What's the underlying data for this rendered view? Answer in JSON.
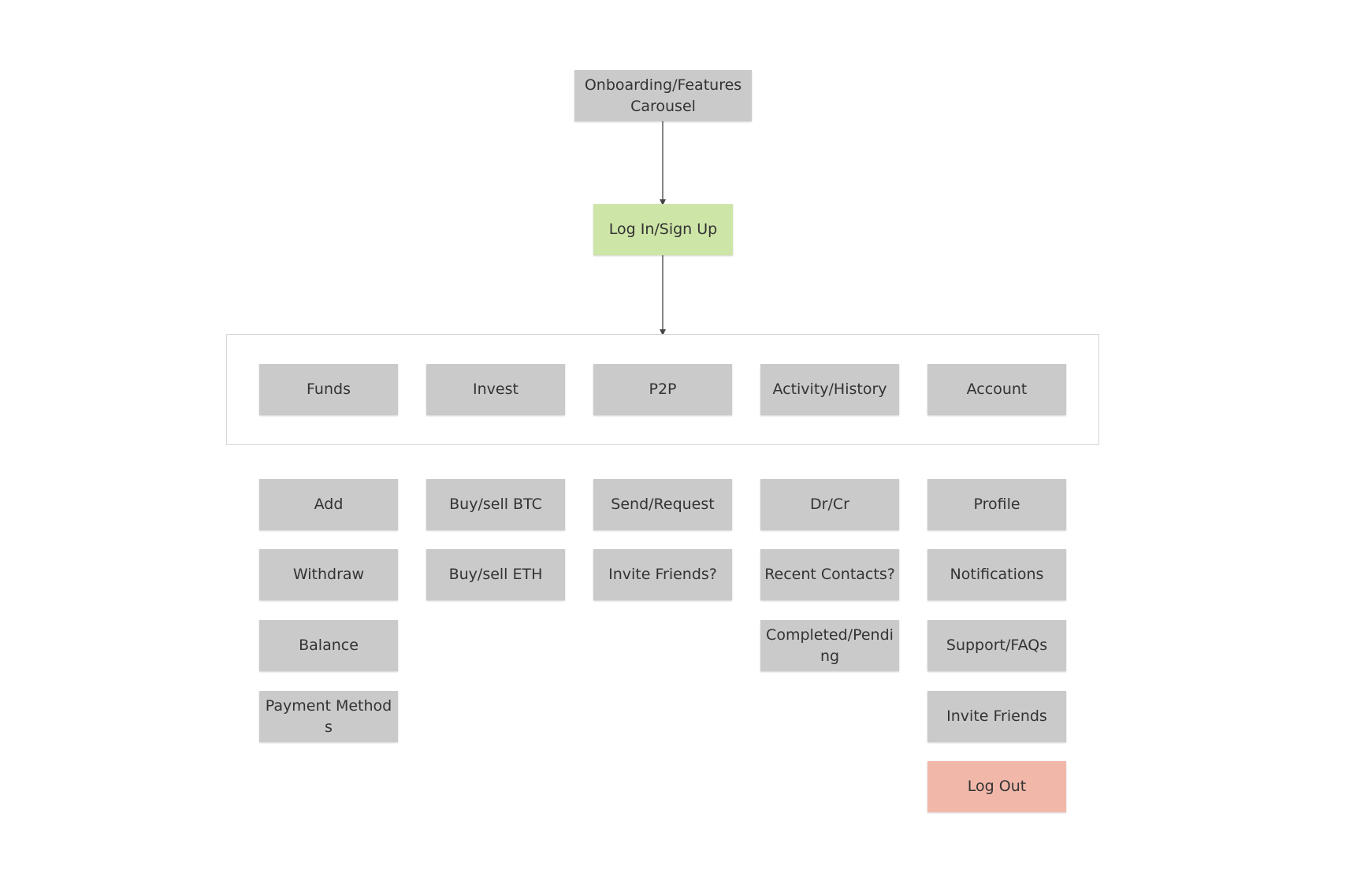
{
  "diagram": {
    "start": {
      "label": "Onboarding/Features Carousel"
    },
    "login": {
      "label": "Log In/Sign Up",
      "color": "#cde5a7"
    },
    "nav": [
      {
        "label": "Funds"
      },
      {
        "label": "Invest"
      },
      {
        "label": "P2P"
      },
      {
        "label": "Activity/History"
      },
      {
        "label": "Account"
      }
    ],
    "funds_items": [
      "Add",
      "Withdraw",
      "Balance",
      "Payment Methods"
    ],
    "invest_items": [
      "Buy/sell BTC",
      "Buy/sell ETH"
    ],
    "p2p_items": [
      "Send/Request",
      "Invite Friends?"
    ],
    "activity_items": [
      "Dr/Cr",
      "Recent Contacts?",
      "Completed/Pending"
    ],
    "account_items": [
      "Profile",
      "Notifications",
      "Support/FAQs",
      "Invite Friends",
      "Log Out"
    ],
    "colors": {
      "node": "#cacaca",
      "text": "#333333",
      "logout": "#f1b8aa",
      "frame_border": "#d6d6d6",
      "arrow": "#444444"
    }
  }
}
